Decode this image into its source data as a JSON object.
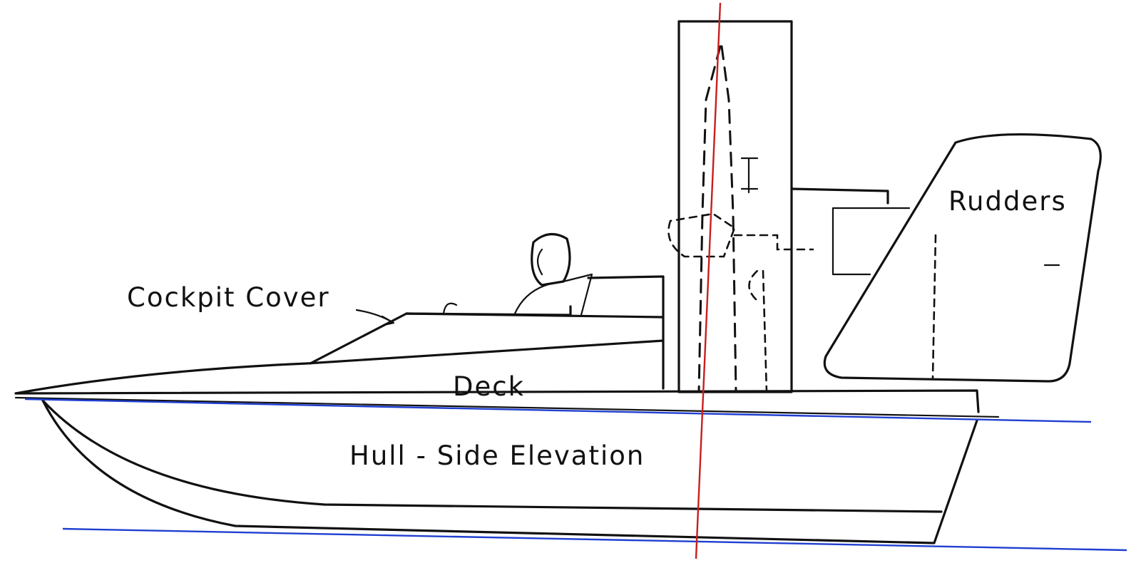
{
  "labels": {
    "cockpit_cover": "Cockpit Cover",
    "deck": "Deck",
    "hull": "Hull - Side Elevation",
    "rudders": "Rudders"
  },
  "colors": {
    "ink": "#111111",
    "waterline": "#1f3fd0",
    "axis": "#c81e1e"
  }
}
